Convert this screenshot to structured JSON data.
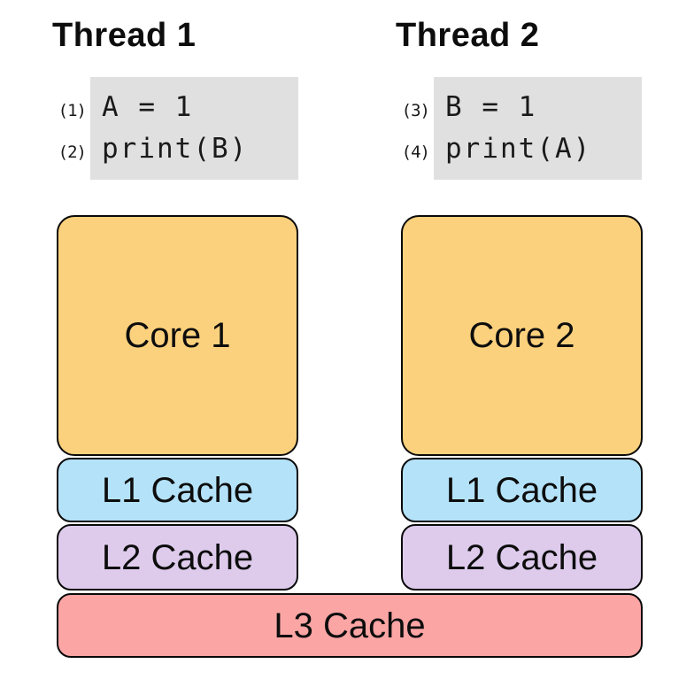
{
  "threads": [
    {
      "title": "Thread 1",
      "lines": [
        {
          "num": "(1)",
          "code": "A = 1"
        },
        {
          "num": "(2)",
          "code": "print(B)"
        }
      ]
    },
    {
      "title": "Thread 2",
      "lines": [
        {
          "num": "(3)",
          "code": "B = 1"
        },
        {
          "num": "(4)",
          "code": "print(A)"
        }
      ]
    }
  ],
  "diagram": {
    "cores": [
      {
        "label": "Core 1",
        "l1_label": "L1 Cache",
        "l2_label": "L2 Cache"
      },
      {
        "label": "Core 2",
        "l1_label": "L1 Cache",
        "l2_label": "L2 Cache"
      }
    ],
    "shared_cache_label": "L3 Cache"
  },
  "colors": {
    "core_fill": "#FBD17D",
    "l1_fill": "#B4E2F9",
    "l2_fill": "#DECBEC",
    "l3_fill": "#FCA5A5",
    "code_bg": "#E0E0E0",
    "border": "#0A0A0A",
    "text": "#0D0D0D"
  }
}
